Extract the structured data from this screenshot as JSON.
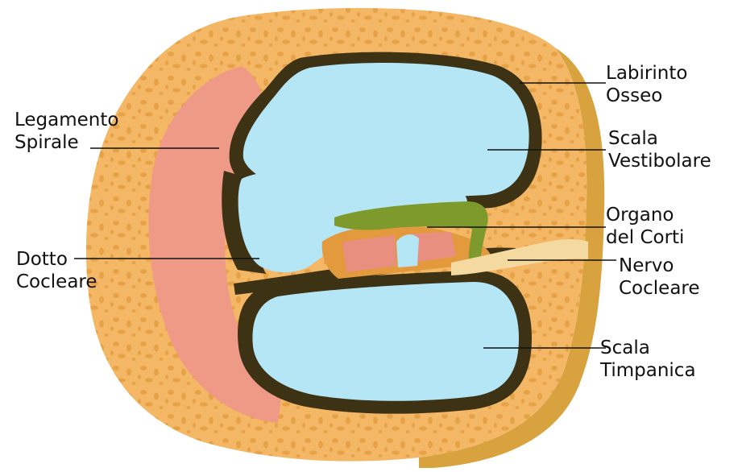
{
  "labels": {
    "labirinto_osseo": [
      "Labirinto",
      "Osseo"
    ],
    "scala_vestibolare": [
      "Scala",
      "Vestibolare"
    ],
    "organo_del_corti": [
      "Organo",
      "del Corti"
    ],
    "nervo_cocleare": [
      "Nervo",
      "Cocleare"
    ],
    "scala_timpanica": [
      "Scala",
      "Timpanica"
    ],
    "legamento_spirale": [
      "Legamento",
      "Spirale"
    ],
    "dotto_cocleare": [
      "Dotto",
      "Cocleare"
    ]
  },
  "colors": {
    "bone": "#f3b766",
    "bone_pores": "#e39a3c",
    "bone_shadow": "#d8a23e",
    "ligament": "#ee9a86",
    "cavity_wall": "#3d3214",
    "fluid": "#b4e6f6",
    "tectorial_membrane": "#7e9a2c",
    "hair_cells": "#e98f7f",
    "nerve": "#f4d9a0",
    "leader_line": "#111111"
  }
}
